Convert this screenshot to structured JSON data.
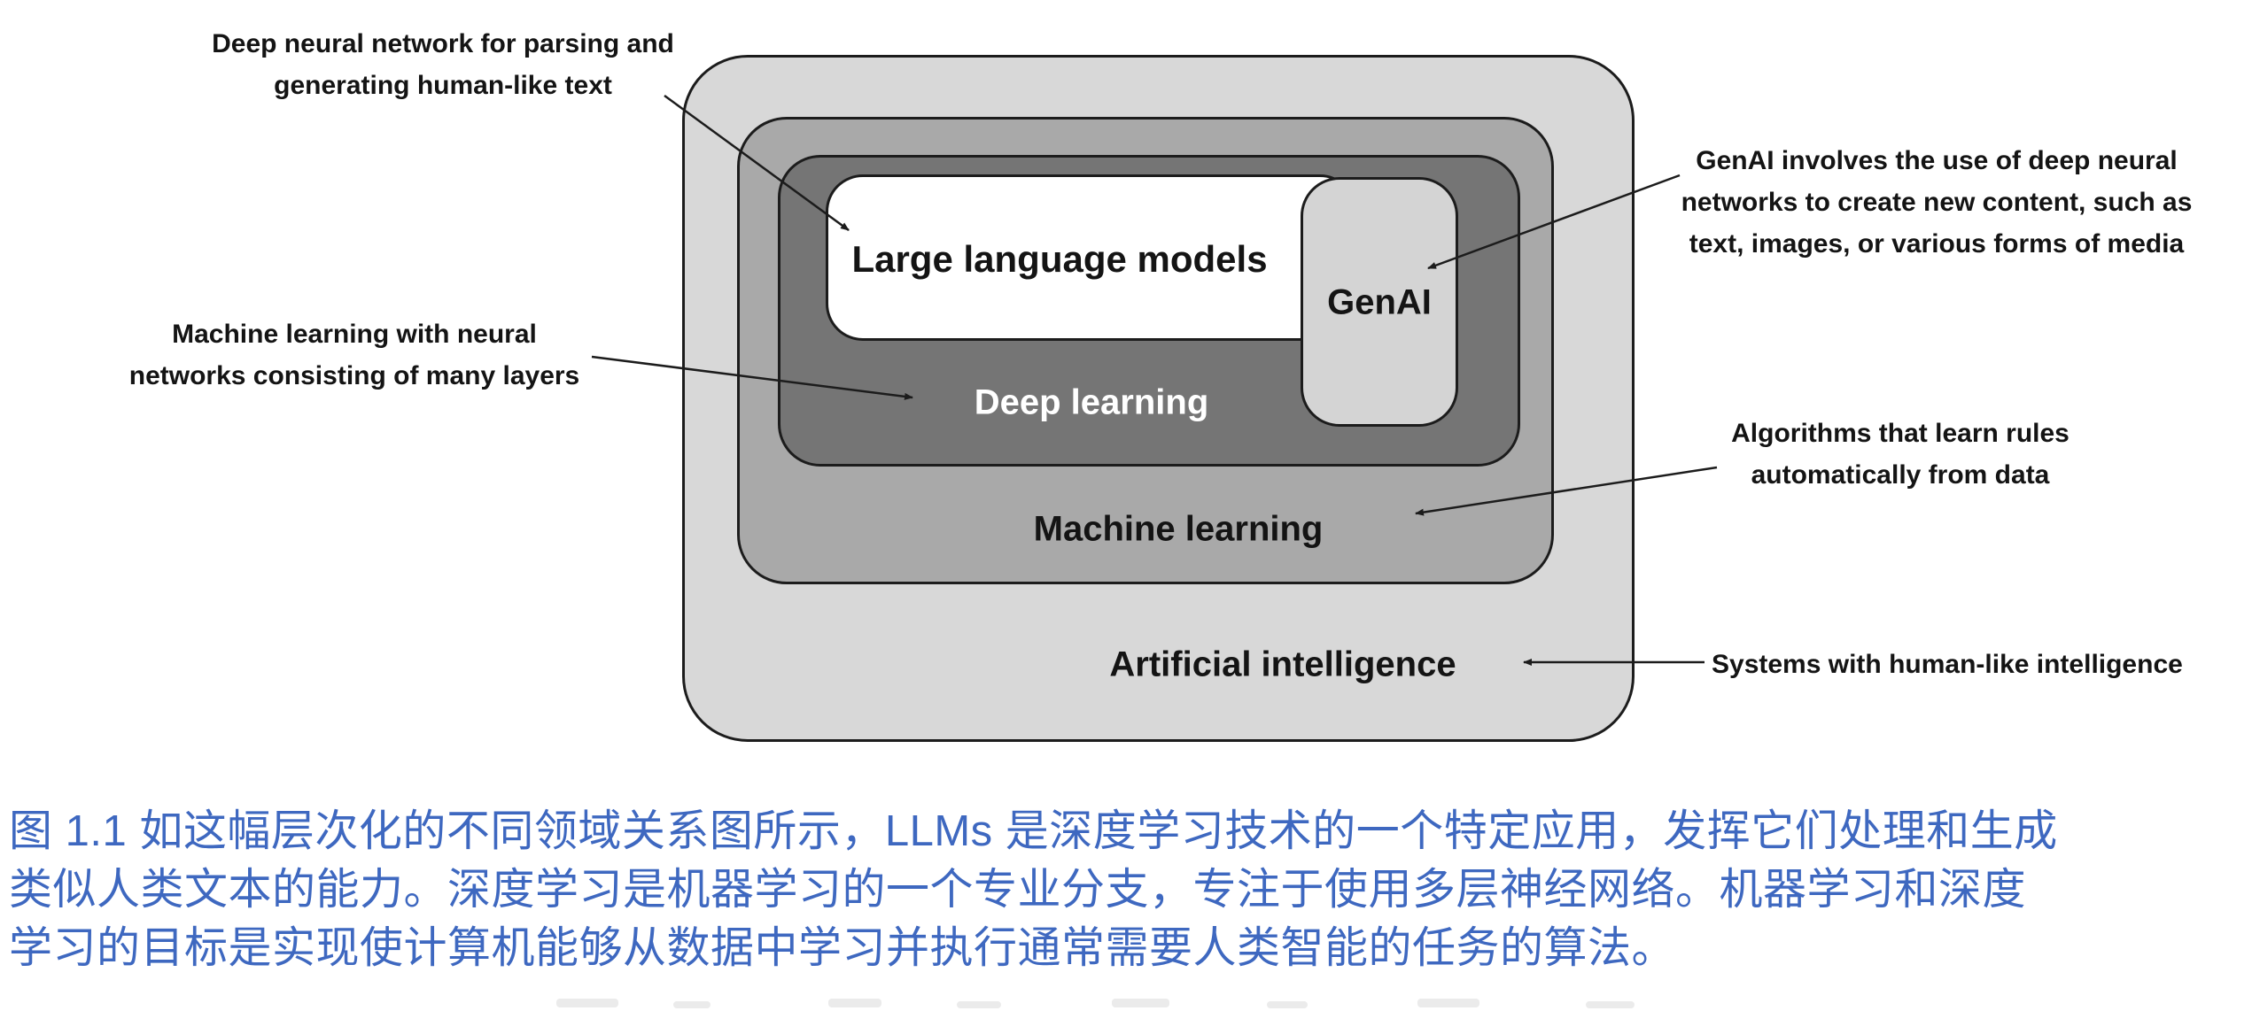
{
  "figure": {
    "rings": {
      "ai": {
        "label": "Artificial intelligence"
      },
      "ml": {
        "label": "Machine learning"
      },
      "dl": {
        "label": "Deep learning"
      },
      "llm": {
        "label": "Large language models"
      },
      "genai": {
        "label": "GenAI"
      }
    },
    "notes": {
      "llm": {
        "line1": "Deep neural network for parsing and",
        "line2": "generating human-like text"
      },
      "dl": {
        "line1": "Machine learning with neural",
        "line2": "networks consisting of many layers"
      },
      "genai": {
        "line1": "GenAI involves the use of deep neural",
        "line2": "networks to create new content, such as",
        "line3": "text, images, or various forms of media"
      },
      "ml": {
        "line1": "Algorithms that learn rules",
        "line2": "automatically from data"
      },
      "ai": {
        "line1": "Systems with human-like intelligence"
      }
    }
  },
  "caption": {
    "lines": [
      "图 1.1 如这幅层次化的不同领域关系图所示，LLMs 是深度学习技术的一个特定应用，发挥它们处理和生成",
      "类似人类文本的能力。深度学习是机器学习的一个专业分支，专注于使用多层神经网络。机器学习和深度",
      "学习的目标是实现使计算机能够从数据中学习并执行通常需要人类智能的任务的算法。"
    ]
  },
  "colors": {
    "ring_ai": "#d8d8d8",
    "ring_ml": "#a9a9a9",
    "ring_dl": "#757575",
    "box_llm": "#ffffff",
    "box_genai": "#d4d4d4",
    "outline": "#1c1c1c",
    "note_text": "#141414",
    "caption_blue": "#3e68c0"
  }
}
